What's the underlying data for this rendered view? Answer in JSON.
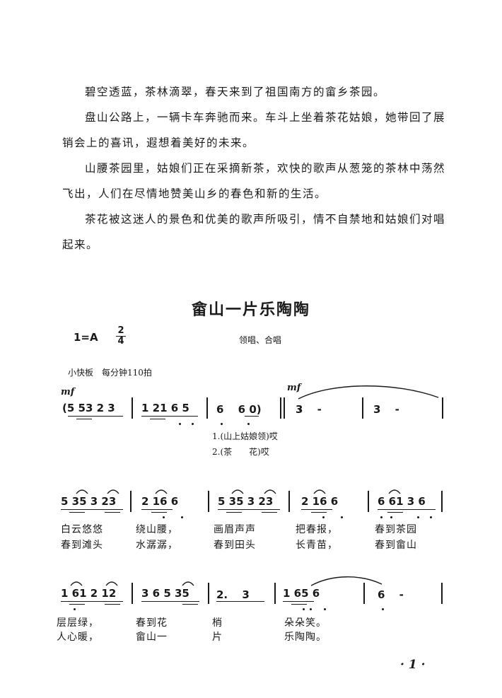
{
  "intro_paragraphs": [
    "碧空透蓝，茶林滴翠，春天来到了祖国南方的畲乡茶园。",
    "盘山公路上，一辆卡车奔驰而来。车斗上坐着茶花姑娘，她带回了展销会上的喜讯，遐想着美好的未来。",
    "山腰茶园里，姑娘们正在采摘新茶，欢快的歌声从葱笼的茶林中荡然飞出，人们在尽情地赞美山乡的春色和新的生活。",
    "茶花被这迷人的景色和优美的歌声所吸引，情不自禁地和姑娘们对唱起来。"
  ],
  "song": {
    "title": "畲山一片乐陶陶",
    "key": "1=A",
    "time_signature": {
      "top": "2",
      "bottom": "4"
    },
    "performance": "领唱、合唱",
    "tempo": "小快板　每分钟110拍",
    "dynamics": [
      "mf",
      "mf"
    ],
    "verse_labels": [
      "1.(山上姑娘领)哎",
      "2.(茶　　花)哎"
    ]
  },
  "notation": {
    "row1": {
      "groups": [
        "(5 53 2 3",
        "1 21 6 5",
        "6　 6 0)",
        "3　 -",
        "3　 -"
      ]
    },
    "row2": {
      "groups": [
        "5 35 3 23",
        "2 16 6",
        "5 35 3 23",
        "2 16 6",
        "6 61 3 6"
      ],
      "lyrics_1": [
        "白云悠悠",
        "绕山腰，",
        "画眉声声",
        "把春报，",
        "春到茶园"
      ],
      "lyrics_2": [
        "春到滩头",
        "水潺潺，",
        "春到田头",
        "长青苗，",
        "春到畲山"
      ]
    },
    "row3": {
      "groups": [
        "1 61 2 12",
        "3 6 5 35",
        "2.　 3",
        "1 65 6",
        "6　 -"
      ],
      "lyrics_1": [
        "层层绿，",
        "春到花",
        "梢",
        "朵朵笑。",
        ""
      ],
      "lyrics_2": [
        "人心暖，",
        "畲山一",
        "片",
        "乐陶陶。",
        ""
      ]
    }
  },
  "page_number": "· 1 ·"
}
